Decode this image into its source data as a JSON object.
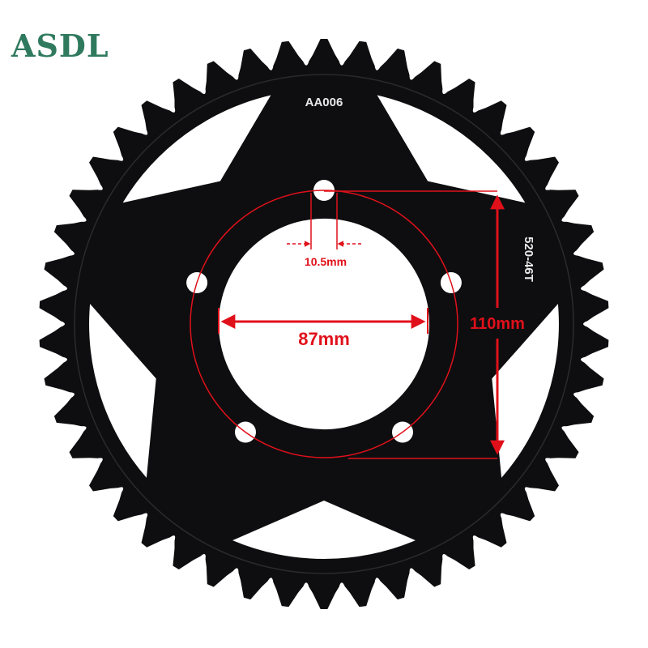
{
  "brand": {
    "name": "ASDL",
    "color": "#2f7a5e"
  },
  "part": {
    "code": "AA006",
    "size": "520-46T",
    "teeth": 46,
    "bolt_holes": 5
  },
  "dimensions": {
    "center_bore": "87mm",
    "bolt_circle": "110mm",
    "bolt_hole": "10.5mm"
  },
  "colors": {
    "steel": "#0e0e10",
    "annotation": "#e0101a",
    "stamp": "#e9e9e9"
  }
}
